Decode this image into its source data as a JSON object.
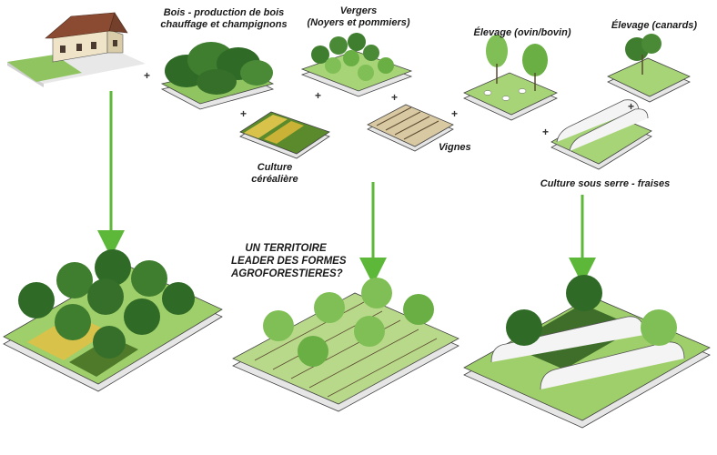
{
  "labels": {
    "bois": [
      "Bois - production de bois",
      "chauffage et champignons"
    ],
    "vergers": [
      "Vergers",
      "(Noyers et pommiers)"
    ],
    "elevage_ovin": "Élevage (ovin/bovin)",
    "elevage_canards": "Élevage (canards)",
    "culture_cerealiere": [
      "Culture",
      "céréalière"
    ],
    "vignes": "Vignes",
    "culture_serre": "Culture sous serre - fraises",
    "question": [
      "UN TERRITOIRE",
      "LEADER DES FORMES",
      "AGROFORESTIERES?"
    ]
  },
  "plus_sign": "+",
  "colors": {
    "grass": "#9fcf6a",
    "grass_dark": "#6fae3e",
    "tree": "#3f7d2f",
    "tree_light": "#7fbf55",
    "arrow": "#5db83a",
    "slab": "#ffffff",
    "roof": "#8b4a32",
    "wall": "#f0e7cf"
  }
}
